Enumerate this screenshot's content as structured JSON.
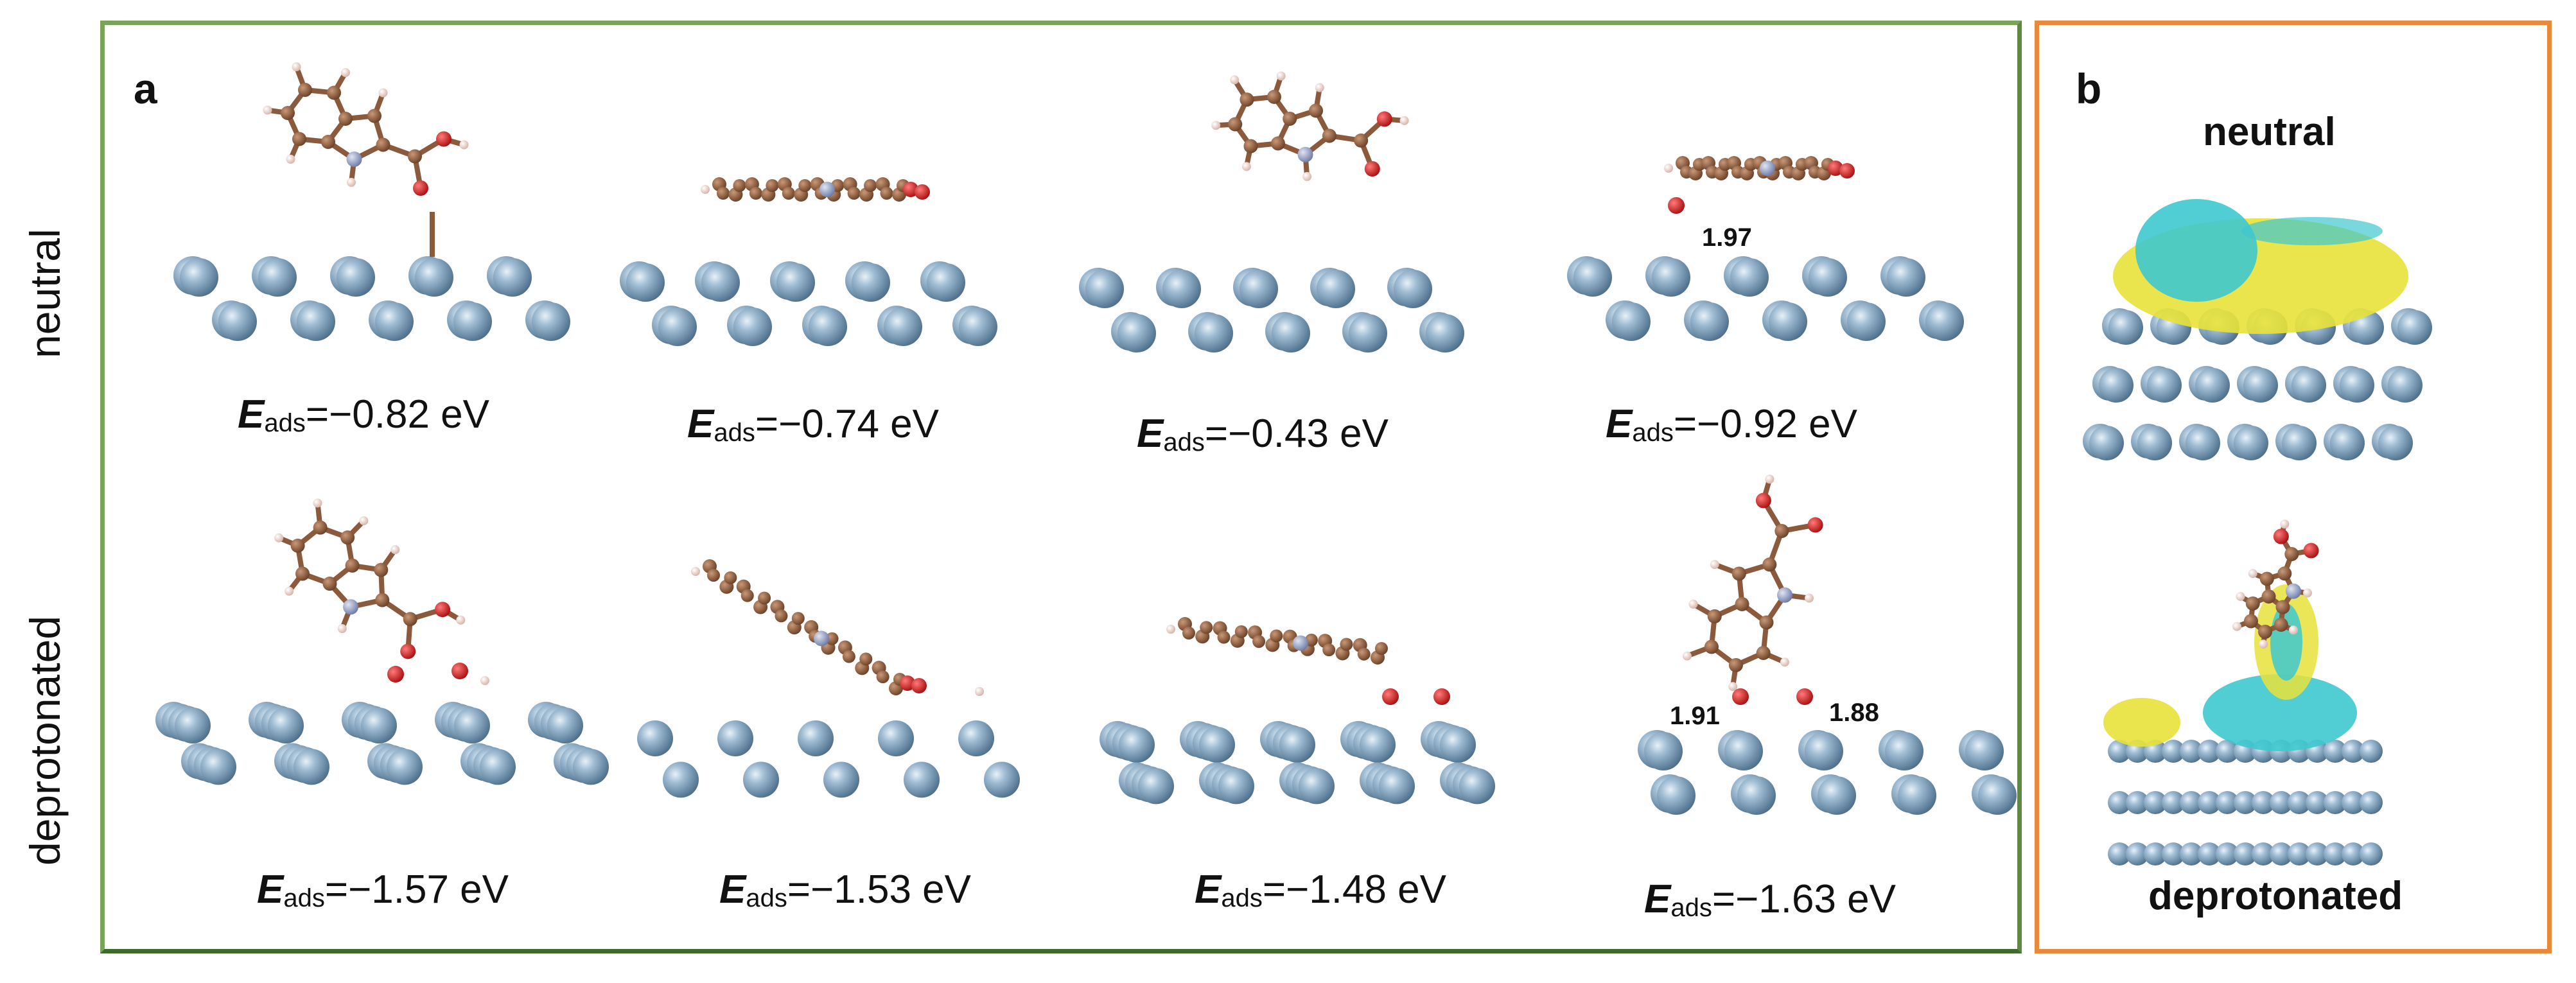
{
  "panel_a": {
    "letter": "a",
    "rows": {
      "neutral": "neutral",
      "deprotonated": "deprotonated"
    },
    "energies": [
      {
        "E": "E",
        "sub": "ads",
        "value": "=−0.82 eV"
      },
      {
        "E": "E",
        "sub": "ads",
        "value": "=−0.74 eV"
      },
      {
        "E": "E",
        "sub": "ads",
        "value": "=−0.43 eV"
      },
      {
        "E": "E",
        "sub": "ads",
        "value": "=−0.92 eV"
      },
      {
        "E": "E",
        "sub": "ads",
        "value": "=−1.57 eV"
      },
      {
        "E": "E",
        "sub": "ads",
        "value": "=−1.53 eV"
      },
      {
        "E": "E",
        "sub": "ads",
        "value": "=−1.48 eV"
      },
      {
        "E": "E",
        "sub": "ads",
        "value": "=−1.63 eV"
      }
    ],
    "distances": [
      "1.97",
      "1.91",
      "1.88"
    ]
  },
  "panel_b": {
    "letter": "b",
    "top_label": "neutral",
    "bottom_label": "deprotonated"
  },
  "colors": {
    "metal": "#8fb0c9",
    "carbon": "#8b5a3c",
    "oxygen": "#d62020",
    "nitrogen": "#9aa6c9",
    "hydrogen": "#f3d8d0",
    "density_yellow": "#e8e23a",
    "density_cyan": "#3ec8cf",
    "frame_a": "#7aa35a",
    "frame_b": "#e98a3a"
  }
}
